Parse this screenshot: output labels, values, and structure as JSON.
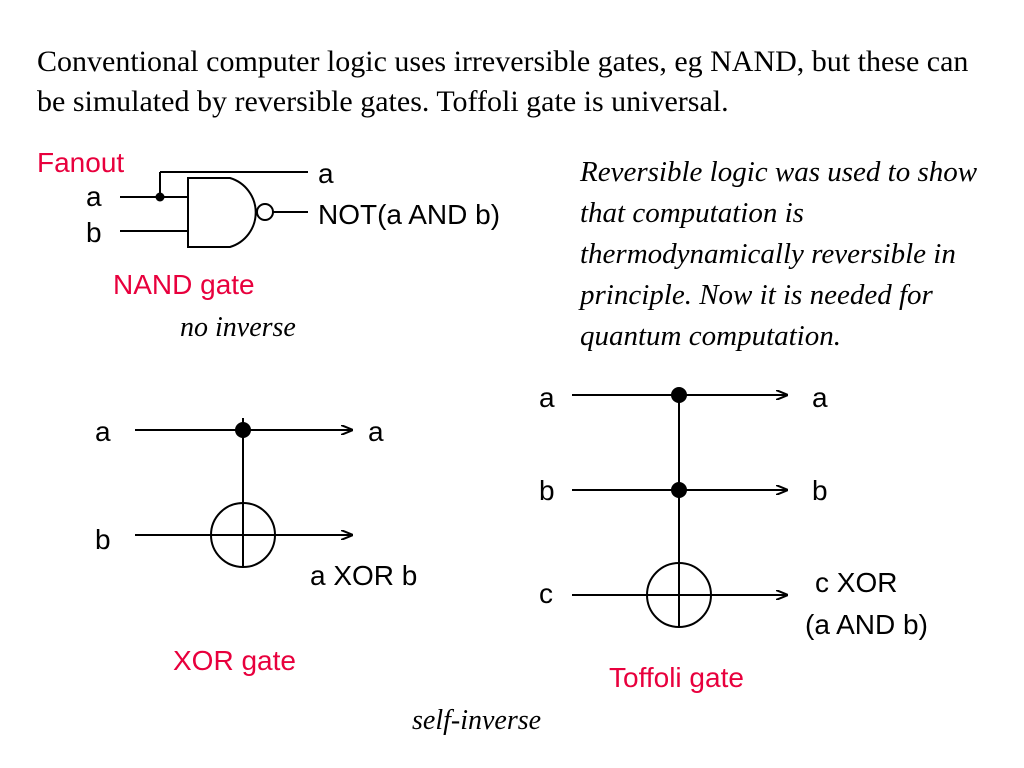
{
  "intro_text": "Conventional computer logic uses irreversible gates, eg NAND, but these can be simulated by reversible gates.  Toffoli gate is universal.",
  "note_text": "Reversible logic was used to show that computation is thermodynamically reversible in principle.  Now it is needed for quantum computation.",
  "colors": {
    "accent": "#e8003d",
    "ink": "#000000"
  },
  "nand": {
    "fanout_label": "Fanout",
    "input_a": "a",
    "input_b": "b",
    "out_a": "a",
    "out_nand": "NOT(a AND b)",
    "gate_label": "NAND gate",
    "inverse_note": "no inverse"
  },
  "xor": {
    "in_a": "a",
    "in_b": "b",
    "out_a": "a",
    "out_xor": "a XOR b",
    "gate_label": "XOR  gate"
  },
  "toffoli": {
    "in_a": "a",
    "in_b": "b",
    "in_c": "c",
    "out_a": "a",
    "out_b": "b",
    "out_c_line1": "c XOR",
    "out_c_line2": "(a AND b)",
    "gate_label": "Toffoli gate"
  },
  "self_inverse_note": "self-inverse"
}
